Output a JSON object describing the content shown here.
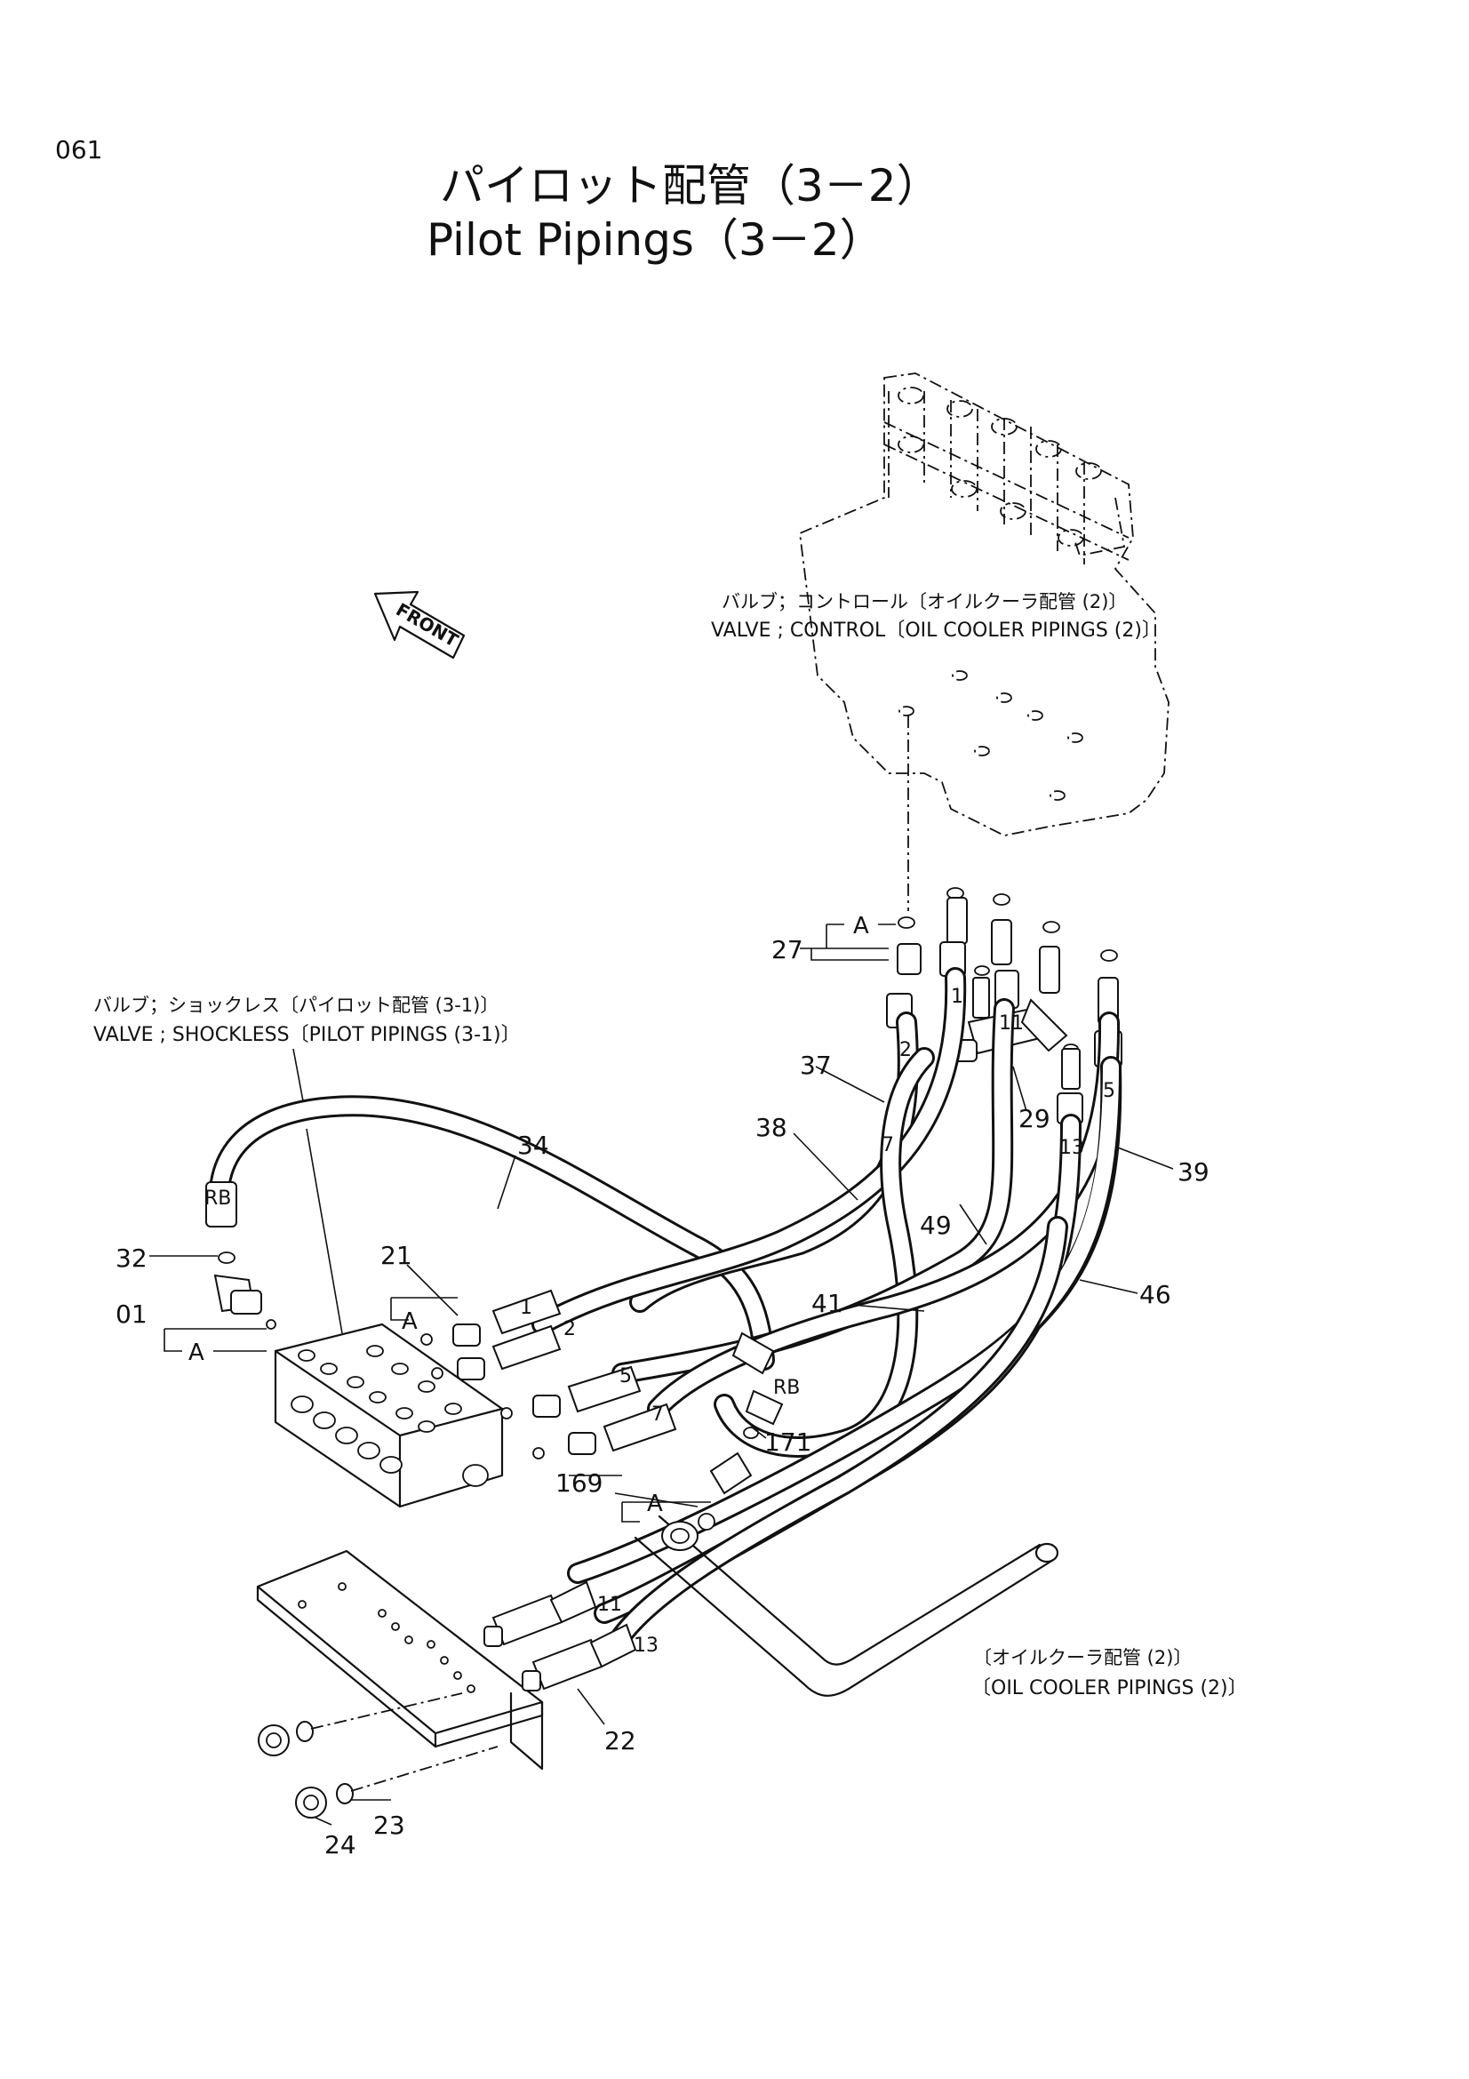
{
  "page_number": "061",
  "title_jp": "パイロット配管（3－2）",
  "title_en": "Pilot Pipings（3－2）",
  "front_label": "FRONT",
  "callouts": {
    "valve_control_jp": "バルブ；コントロール〔オイルクーラ配管 (2)〕",
    "valve_control_en": "VALVE ; CONTROL〔OIL  COOLER  PIPINGS (2)〕",
    "valve_shockless_jp": "バルブ；ショックレス〔パイロット配管 (3-1)〕",
    "valve_shockless_en": "VALVE ; SHOCKLESS〔PILOT  PIPINGS (3-1)〕",
    "oil_cooler_jp": "〔オイルクーラ配管 (2)〕",
    "oil_cooler_en": "〔OIL  COOLER  PIPINGS (2)〕"
  },
  "ref_marks": {
    "a": "A",
    "rb": "RB"
  },
  "part_numbers": {
    "p01": "01",
    "p21": "21",
    "p22": "22",
    "p23": "23",
    "p24": "24",
    "p27": "27",
    "p29": "29",
    "p32": "32",
    "p34": "34",
    "p37": "37",
    "p38": "38",
    "p39": "39",
    "p41": "41",
    "p46": "46",
    "p49": "49",
    "p169": "169",
    "p171": "171"
  },
  "hose_tags": {
    "t1": "1",
    "t2": "2",
    "t5": "5",
    "t7": "7",
    "t11": "11",
    "t13": "13"
  }
}
